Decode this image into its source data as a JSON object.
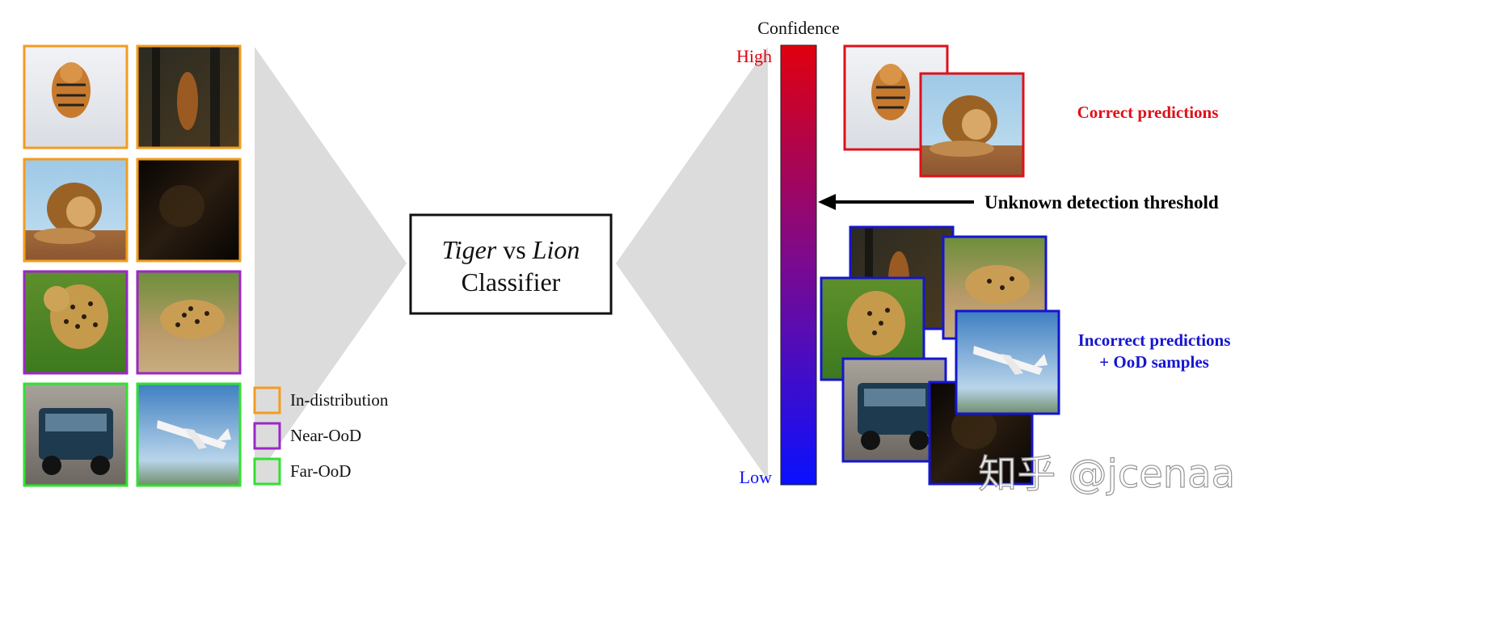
{
  "classifier": {
    "title_part1": "Tiger",
    "title_vs": " vs ",
    "title_part2": "Lion",
    "title_line2": "Classifier"
  },
  "legend": {
    "items": [
      {
        "label": "In-distribution",
        "color": "#f39c1f"
      },
      {
        "label": "Near-OoD",
        "color": "#9b27c7"
      },
      {
        "label": "Far-OoD",
        "color": "#32e032"
      }
    ]
  },
  "input_images": [
    {
      "name": "tiger-snow",
      "category": "In-distribution"
    },
    {
      "name": "tiger-forest",
      "category": "In-distribution"
    },
    {
      "name": "lion-resting",
      "category": "In-distribution"
    },
    {
      "name": "lion-dark",
      "category": "In-distribution"
    },
    {
      "name": "leopard-grass",
      "category": "Near-OoD"
    },
    {
      "name": "leopard-walking",
      "category": "Near-OoD"
    },
    {
      "name": "suv-street",
      "category": "Far-OoD"
    },
    {
      "name": "airplane-sky",
      "category": "Far-OoD"
    }
  ],
  "confidence": {
    "title": "Confidence",
    "high_label": "High",
    "low_label": "Low",
    "high_color": "#e0000f",
    "low_color": "#0a10ff"
  },
  "threshold_label": "Unknown detection threshold",
  "correct_label": "Correct predictions",
  "correct_color": "#e0101a",
  "incorrect_label_line1": "Incorrect predictions",
  "incorrect_label_line2": "+ OoD samples",
  "incorrect_color": "#1515d0",
  "watermark": "知乎 @jcenaa"
}
